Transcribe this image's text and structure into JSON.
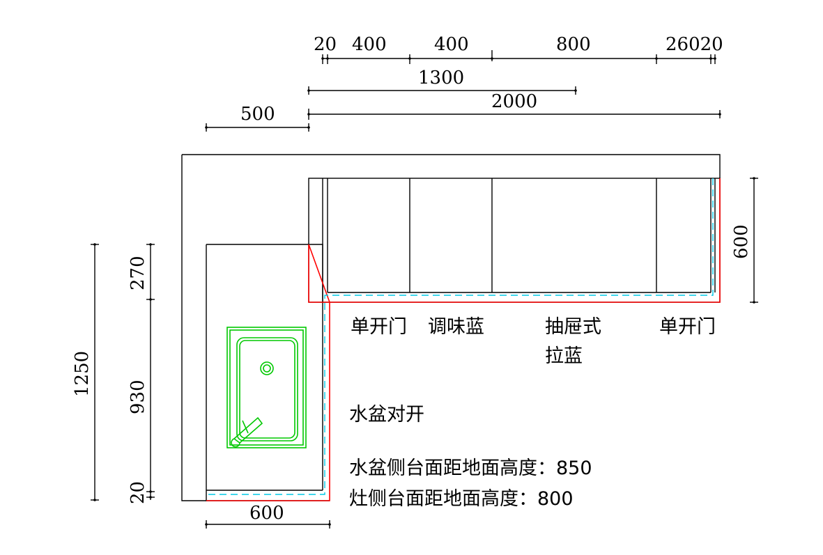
{
  "dimensions_top": {
    "d20_left": "20",
    "d400_a": "400",
    "d400_b": "400",
    "d800": "800",
    "d260_20": "26020",
    "d1300": "1300",
    "d2000": "2000",
    "d500": "500"
  },
  "dimensions_left": {
    "d1250": "1250",
    "d270": "270",
    "d930": "930",
    "d20": "20"
  },
  "dimensions_other": {
    "d600_right": "600",
    "d600_bottom": "600"
  },
  "cabinet_labels": {
    "single_door_1": "单开门",
    "seasoning_basket": "调味蓝",
    "drawer_basket_line1": "抽屉式",
    "drawer_basket_line2": "拉蓝",
    "single_door_2": "单开门"
  },
  "notes": {
    "sink_doors": "水盆对开",
    "sink_height": "水盆侧台面距地面高度：850",
    "stove_height": "灶侧台面距地面高度：800"
  },
  "colors": {
    "outline": "#000000",
    "red_edge": "#ff0000",
    "cyan_dashed": "#00c8e6",
    "sink_green": "#00c800"
  }
}
